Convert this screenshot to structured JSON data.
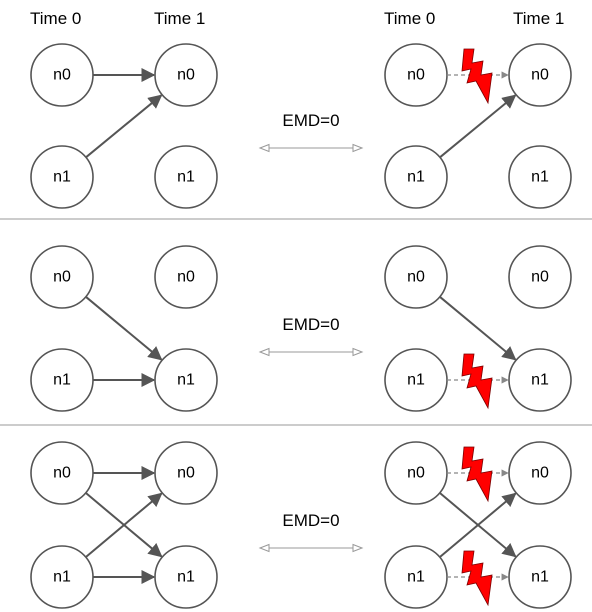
{
  "header": {
    "left_time0": "Time 0",
    "left_time1": "Time 1",
    "right_time0": "Time 0",
    "right_time1": "Time 1"
  },
  "nodes": {
    "n0": "n0",
    "n1": "n1"
  },
  "panels": [
    {
      "emd_label": "EMD=0",
      "left_edges": [
        [
          "n0",
          "n0"
        ],
        [
          "n1",
          "n0"
        ]
      ],
      "right_edges": [
        [
          "n1",
          "n0"
        ]
      ],
      "right_interrupted": [
        [
          "n0",
          "n0"
        ]
      ]
    },
    {
      "emd_label": "EMD=0",
      "left_edges": [
        [
          "n0",
          "n1"
        ],
        [
          "n1",
          "n1"
        ]
      ],
      "right_edges": [
        [
          "n0",
          "n1"
        ]
      ],
      "right_interrupted": [
        [
          "n1",
          "n1"
        ]
      ]
    },
    {
      "emd_label": "EMD=0",
      "left_edges": [
        [
          "n0",
          "n0"
        ],
        [
          "n0",
          "n1"
        ],
        [
          "n1",
          "n0"
        ],
        [
          "n1",
          "n1"
        ]
      ],
      "right_edges": [
        [
          "n0",
          "n1"
        ],
        [
          "n1",
          "n0"
        ]
      ],
      "right_interrupted": [
        [
          "n0",
          "n0"
        ],
        [
          "n1",
          "n1"
        ]
      ]
    }
  ],
  "colors": {
    "node_stroke": "#555555",
    "edge": "#555555",
    "lightning": "#ff0000",
    "divider": "#9a9a9a"
  },
  "icons": {
    "interrupt": "lightning-bolt-icon",
    "emd": "double-arrow-icon"
  }
}
